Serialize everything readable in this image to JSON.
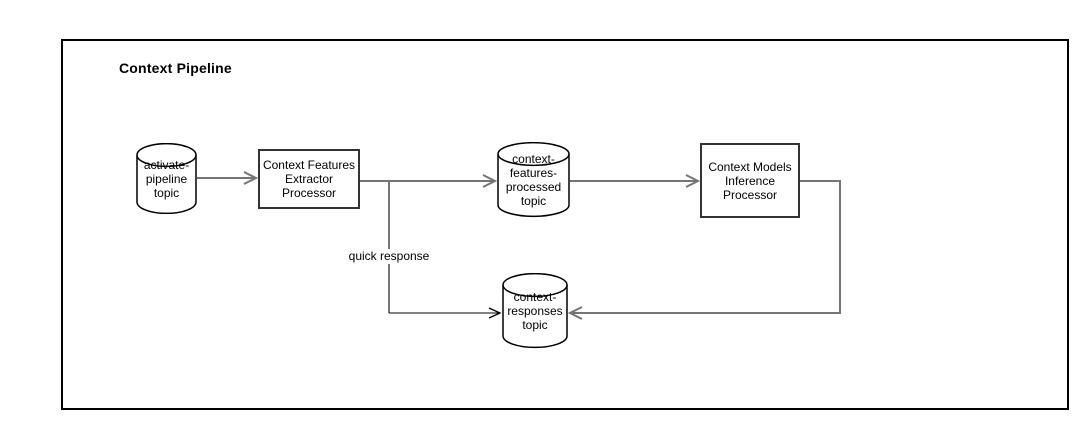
{
  "diagram": {
    "title": "Context Pipeline",
    "nodes": [
      {
        "id": "activate-pipeline-topic",
        "shape": "cylinder",
        "label": "activate-\npipeline\ntopic"
      },
      {
        "id": "context-features-extractor-processor",
        "shape": "rectangle",
        "label": "Context Features\nExtractor\nProcessor"
      },
      {
        "id": "context-features-processed-topic",
        "shape": "cylinder",
        "label": "context-\nfeatures-\nprocessed\ntopic"
      },
      {
        "id": "context-models-inference-processor",
        "shape": "rectangle",
        "label": "Context Models\nInference\nProcessor"
      },
      {
        "id": "context-responses-topic",
        "shape": "cylinder",
        "label": "context-\nresponses\ntopic"
      }
    ],
    "edges": [
      {
        "from": "activate-pipeline-topic",
        "to": "context-features-extractor-processor",
        "label": ""
      },
      {
        "from": "context-features-extractor-processor",
        "to": "context-features-processed-topic",
        "label": ""
      },
      {
        "from": "context-features-processed-topic",
        "to": "context-models-inference-processor",
        "label": ""
      },
      {
        "from": "context-models-inference-processor",
        "to": "context-responses-topic",
        "label": ""
      },
      {
        "from": "context-features-extractor-processor",
        "to": "context-responses-topic",
        "label": "quick response"
      }
    ],
    "colors": {
      "frame_border": "#000000",
      "process_border": "#333333",
      "cylinder_stroke": "#000000",
      "edge_gray": "#757575",
      "edge_black": "#000000",
      "text": "#000000",
      "shape_fill": "#ffffff"
    }
  }
}
